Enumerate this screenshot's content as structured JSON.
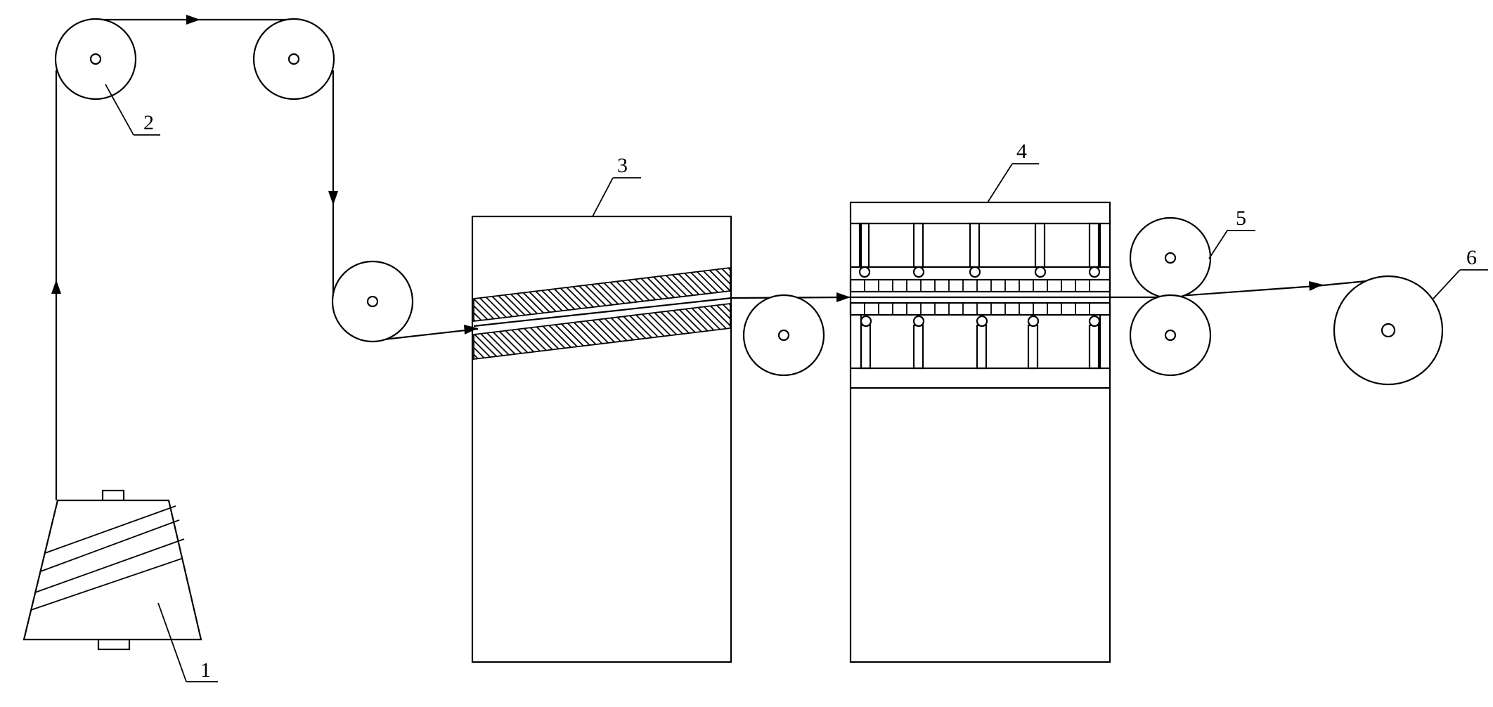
{
  "labels": {
    "creel": "1",
    "guide_roller": "2",
    "impregnation_unit": "3",
    "heating_unit": "4",
    "nip_rollers": "5",
    "winding_roll": "6"
  },
  "colors": {
    "line": "#000000",
    "background": "#ffffff"
  }
}
